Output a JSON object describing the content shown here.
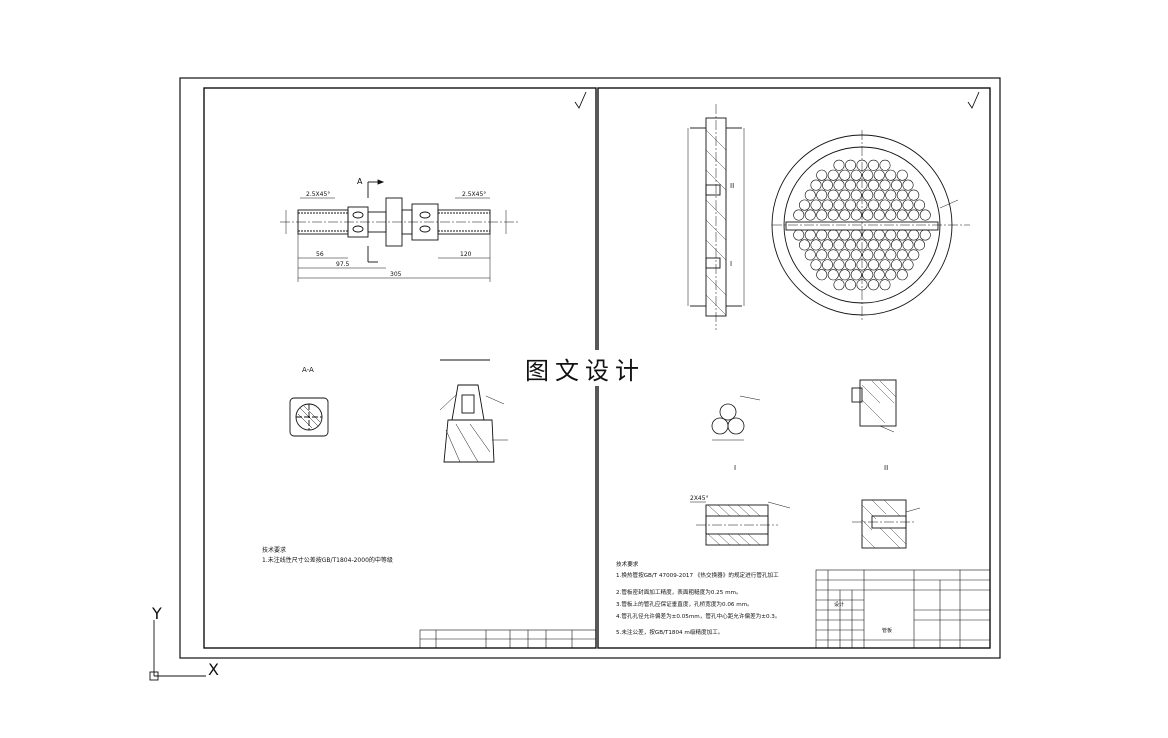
{
  "watermark": {
    "text": "图文设计"
  },
  "ucs": {
    "x_label": "X",
    "y_label": "Y"
  },
  "left_sheet": {
    "section_label": "A-A",
    "section_arrow_label": "A",
    "detail_title": "",
    "dims": {
      "thread_left": "2.5X45°",
      "thread_right": "2.5X45°",
      "len_1": "56",
      "len_2": "97.5",
      "len_total": "305",
      "len_right": "120"
    },
    "notes_title": "技术要求",
    "notes": [
      "1.未注线性尺寸公差按GB/T1804-2000的中等级"
    ]
  },
  "right_sheet": {
    "detail_I": "I",
    "detail_II": "II",
    "chamfer": "2X45°",
    "notes_title": "技术要求",
    "notes": [
      "1.换热管按GB/T 47009-2017 《热交换器》的规定进行管孔加工",
      "2.管板密封面加工精度，表面粗糙度为0.25 mm。",
      "3.管板上的管孔应保证垂直度，孔桥宽度为0.06 mm。",
      "4.管孔孔径允许偏差为±0.05mm，管孔中心距允许偏差为±0.3。",
      "5.未注公差，按GB/T1804 m级精度加工。"
    ],
    "title_block": {
      "drawing_name": "管板",
      "designer": "设计"
    }
  }
}
